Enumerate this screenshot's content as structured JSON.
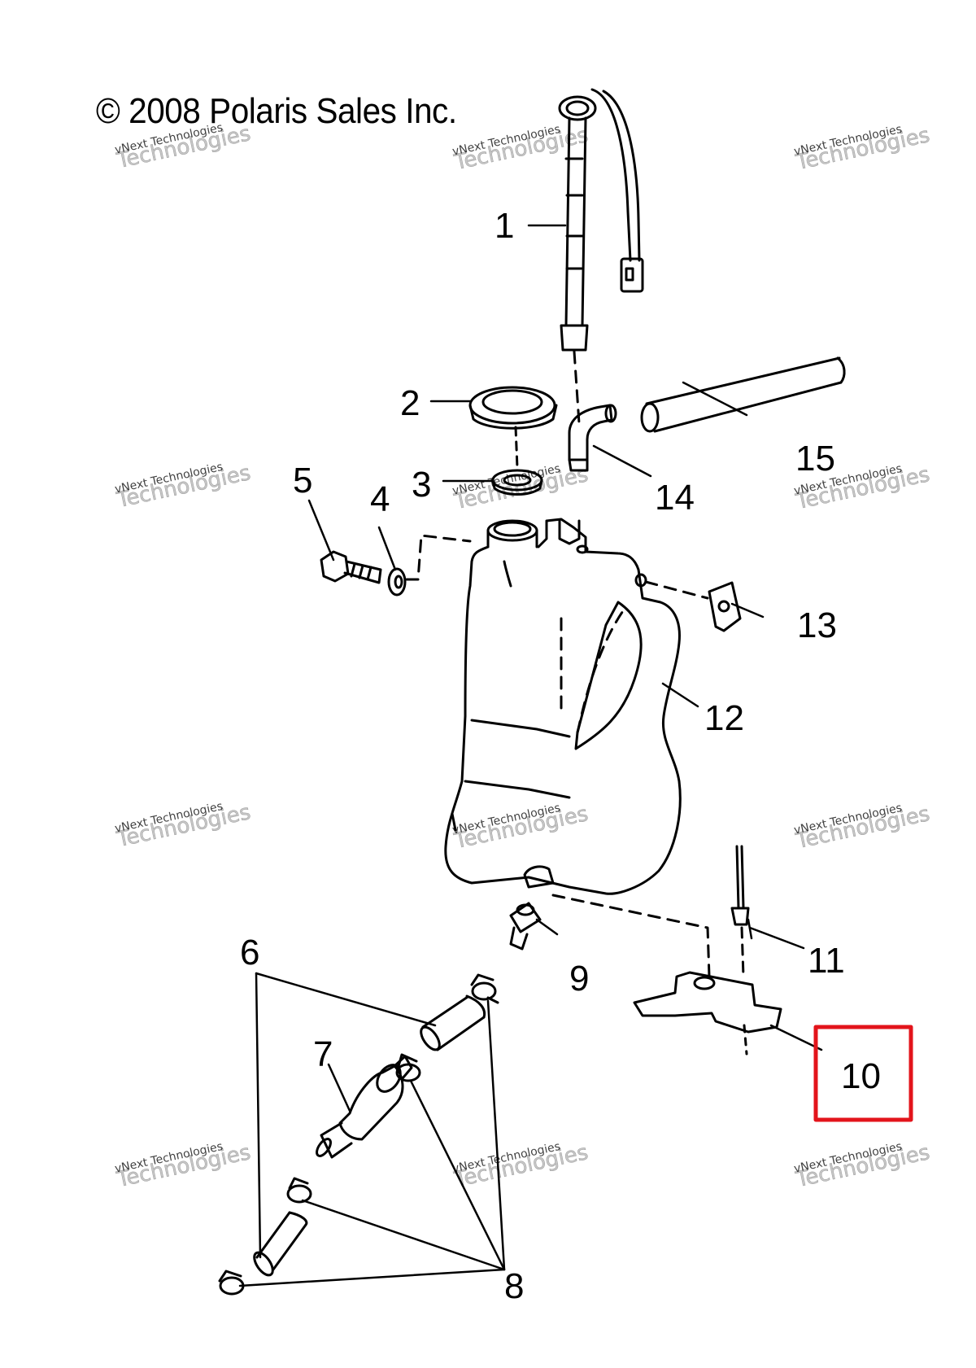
{
  "copyright": "© 2008 Polaris Sales Inc.",
  "watermark": {
    "line1": "vNext Technologies",
    "line2": "Technologies"
  },
  "callouts": [
    "1",
    "2",
    "3",
    "4",
    "5",
    "6",
    "7",
    "8",
    "9",
    "10",
    "11",
    "12",
    "13",
    "14",
    "15"
  ],
  "highlight": {
    "callout": "10",
    "color": "#e3141b"
  }
}
